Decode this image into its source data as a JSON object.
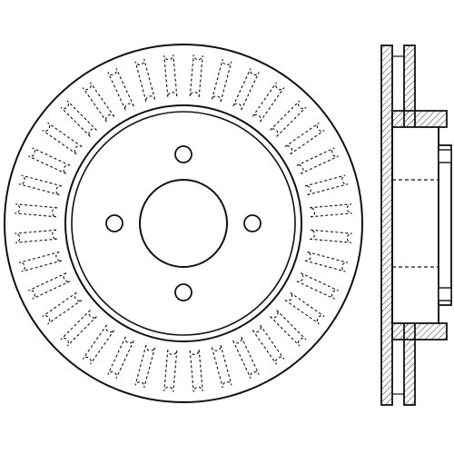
{
  "drawing": {
    "views": [
      "front-view",
      "side-section-view"
    ],
    "colors": {
      "background": "#ffffff",
      "line": "#111111",
      "hatch": "#333333"
    },
    "front_view": {
      "stud_hole_count": 4,
      "cooling_vane_count": 36
    }
  }
}
